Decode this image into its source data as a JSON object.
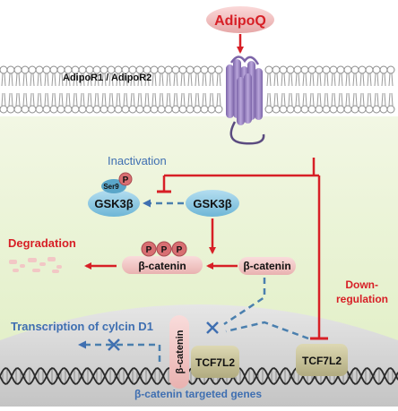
{
  "ligand": {
    "label": "AdipoQ"
  },
  "receptor": {
    "label": "AdipoR1 / AdipoR2"
  },
  "inactivation": {
    "label": "Inactivation",
    "phospho_site": "Ser9",
    "phospho_mark": "P"
  },
  "gsk3b": {
    "active_label": "GSK3β",
    "inactive_label": "GSK3β"
  },
  "degradation": {
    "label": "Degradation"
  },
  "beta_catenin": {
    "label": "β-catenin",
    "phosphorylated_label": "β-catenin",
    "phospho_marks": [
      "P",
      "P",
      "P"
    ],
    "nuclear_label": "β-catenin"
  },
  "downregulation": {
    "line1": "Down-",
    "line2": "regulation"
  },
  "transcription": {
    "label": "Transcription of cylcin D1"
  },
  "tcf7l2": {
    "label_left": "TCF7L2",
    "label_right": "TCF7L2"
  },
  "target_genes": {
    "label": "β-catenin targeted genes"
  },
  "colors": {
    "red": "#d71f26",
    "blue_text": "#3f6fb1",
    "dash_blue": "#4a7fae",
    "gsk_fill": "#7fc1dc",
    "catenin_fill": "#f2c7c5",
    "phospho_fill": "#d86f72",
    "tcf_fill": "#c9c49c",
    "receptor_fill": "#9c85c2"
  }
}
